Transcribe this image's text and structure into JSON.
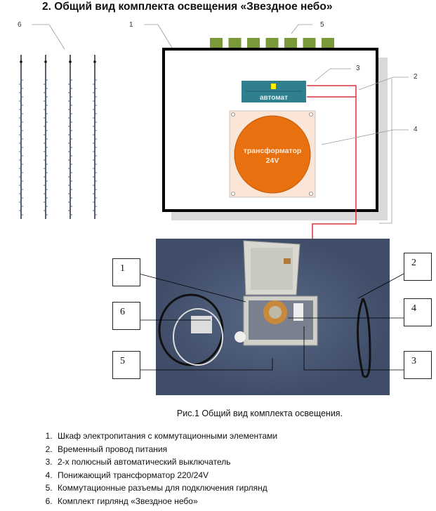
{
  "title": "2.  Общий вид комплекта освещения «Звездное небо»",
  "diagram": {
    "callouts": [
      "6",
      "1",
      "5",
      "3",
      "2",
      "4"
    ],
    "breaker_label": "автомат",
    "transformer_label_line1": "трансформатор",
    "transformer_label_line2": "24V",
    "colors": {
      "connector": "#7a9a3a",
      "breaker": "#2f7f8f",
      "transformer": "#e8700f",
      "plate": "#fbe5d6",
      "wire": "#d9343a"
    }
  },
  "photo": {
    "callouts": [
      "1",
      "6",
      "5",
      "2",
      "4",
      "3"
    ]
  },
  "caption": "Рис.1 Общий вид комплекта освещения.",
  "legend": [
    "Шкаф электропитания с коммутационными элементами",
    "Временный провод питания",
    "2-х полюсный автоматический выключатель",
    "Понижающий трансформатор 220/24V",
    "Коммутационные разъемы для подключения гирлянд",
    "Комплект гирлянд «Звездное небо»"
  ]
}
